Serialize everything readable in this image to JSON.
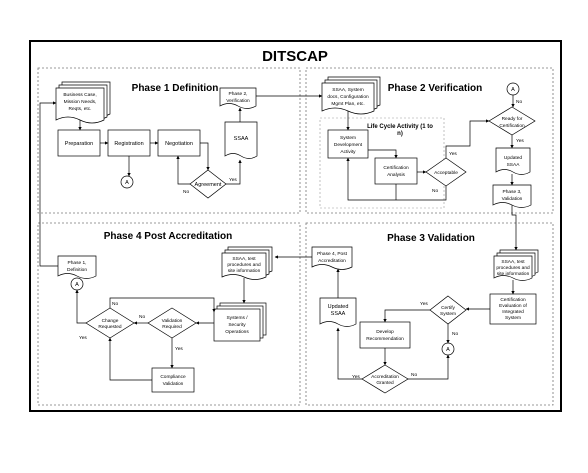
{
  "title": "DITSCAP",
  "phases": {
    "p1": "Phase 1 Definition",
    "p2": "Phase 2 Verification",
    "p3": "Phase 3 Validation",
    "p4": "Phase 4 Post Accreditation"
  },
  "p1": {
    "docs": [
      "Business Case,",
      "Mission Needs,",
      "Reqts, etc."
    ],
    "preparation": "Preparation",
    "registration": "Registration",
    "negotiation": "Negotiation",
    "agreement": "Agreement",
    "ssaa": "SSAA",
    "to_phase2": [
      "Phase 2,",
      "Verification"
    ],
    "connector": "A",
    "yes": "Yes",
    "no": "No"
  },
  "p2": {
    "docs": [
      "SSAA, System",
      "docs, Configuration",
      "Mgmt Plan, etc."
    ],
    "lifecycle": [
      "Life Cycle Activity (1 to",
      "n)"
    ],
    "sysdev": [
      "System",
      "Development",
      "Activity"
    ],
    "certanalysis": [
      "Certification",
      "Analysis"
    ],
    "acceptable": "Acceptable",
    "ready": [
      "Ready for",
      "Certification"
    ],
    "updated_ssaa": [
      "Updated",
      "SSAA"
    ],
    "to_phase3": [
      "Phase 3,",
      "Validation"
    ],
    "connector": "A",
    "yes1": "Yes",
    "no1": "No",
    "yes2": "Yes",
    "no2": "No"
  },
  "p3": {
    "docs": [
      "SSAA, test",
      "procedures and",
      "site information"
    ],
    "cert_eval": [
      "Certification",
      "Evaluation of",
      "Integrated",
      "System"
    ],
    "certify": [
      "Certify",
      "System"
    ],
    "develop": [
      "Develop",
      "Recommendation"
    ],
    "accreditation": [
      "Accreditation",
      "Granted"
    ],
    "updated_ssaa": [
      "Updated",
      "SSAA"
    ],
    "to_phase4": [
      "Phase 4, Post",
      "Accreditation"
    ],
    "connector": "A",
    "yes1": "Yes",
    "no1": "No",
    "yes2": "Yes",
    "no2": "No"
  },
  "p4": {
    "docs": [
      "SSAA, test",
      "procedures and",
      "site information"
    ],
    "systems": [
      "Systems /",
      "Security",
      "Operations"
    ],
    "validation": [
      "Validation",
      "Required"
    ],
    "change": [
      "Change",
      "Requested"
    ],
    "compliance": [
      "Compliance",
      "Validation"
    ],
    "to_phase1": [
      "Phase 1,",
      "Definition"
    ],
    "connector": "A",
    "yes1": "Yes",
    "no1": "No",
    "yes2": "Yes",
    "no2": "No"
  }
}
